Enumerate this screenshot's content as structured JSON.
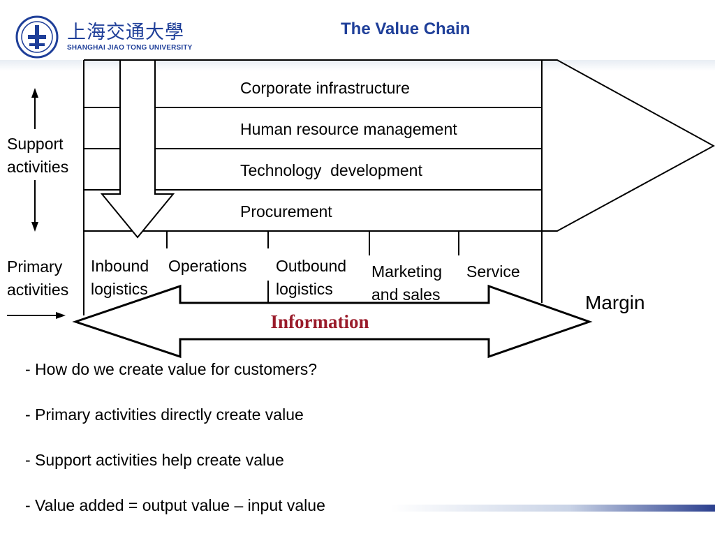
{
  "title": "The Value Chain",
  "logo": {
    "chinese": "上海交通大學",
    "english": "SHANGHAI  JIAO TONG  UNIVERSITY"
  },
  "support": {
    "label_line1": "Support",
    "label_line2": "activities",
    "rows": [
      "Corporate infrastructure",
      "Human resource management",
      "Technology  development",
      "Procurement"
    ]
  },
  "primary": {
    "label_line1": "Primary",
    "label_line2": "activities",
    "activities": [
      {
        "line1": "Inbound",
        "line2": "logistics"
      },
      {
        "line1": "Operations",
        "line2": ""
      },
      {
        "line1": "Outbound",
        "line2": "logistics"
      },
      {
        "line1": "Marketing",
        "line2": "and sales"
      },
      {
        "line1": "Service",
        "line2": ""
      }
    ]
  },
  "information": "Information",
  "margin": "Margin",
  "bullets": [
    "- How do we create value for customers?",
    "- Primary activities directly create value",
    "- Support activities help create value",
    "- Value added = output value – input value"
  ],
  "colors": {
    "title": "#1f3f99",
    "information": "#9a1b2a",
    "line": "#000000"
  }
}
